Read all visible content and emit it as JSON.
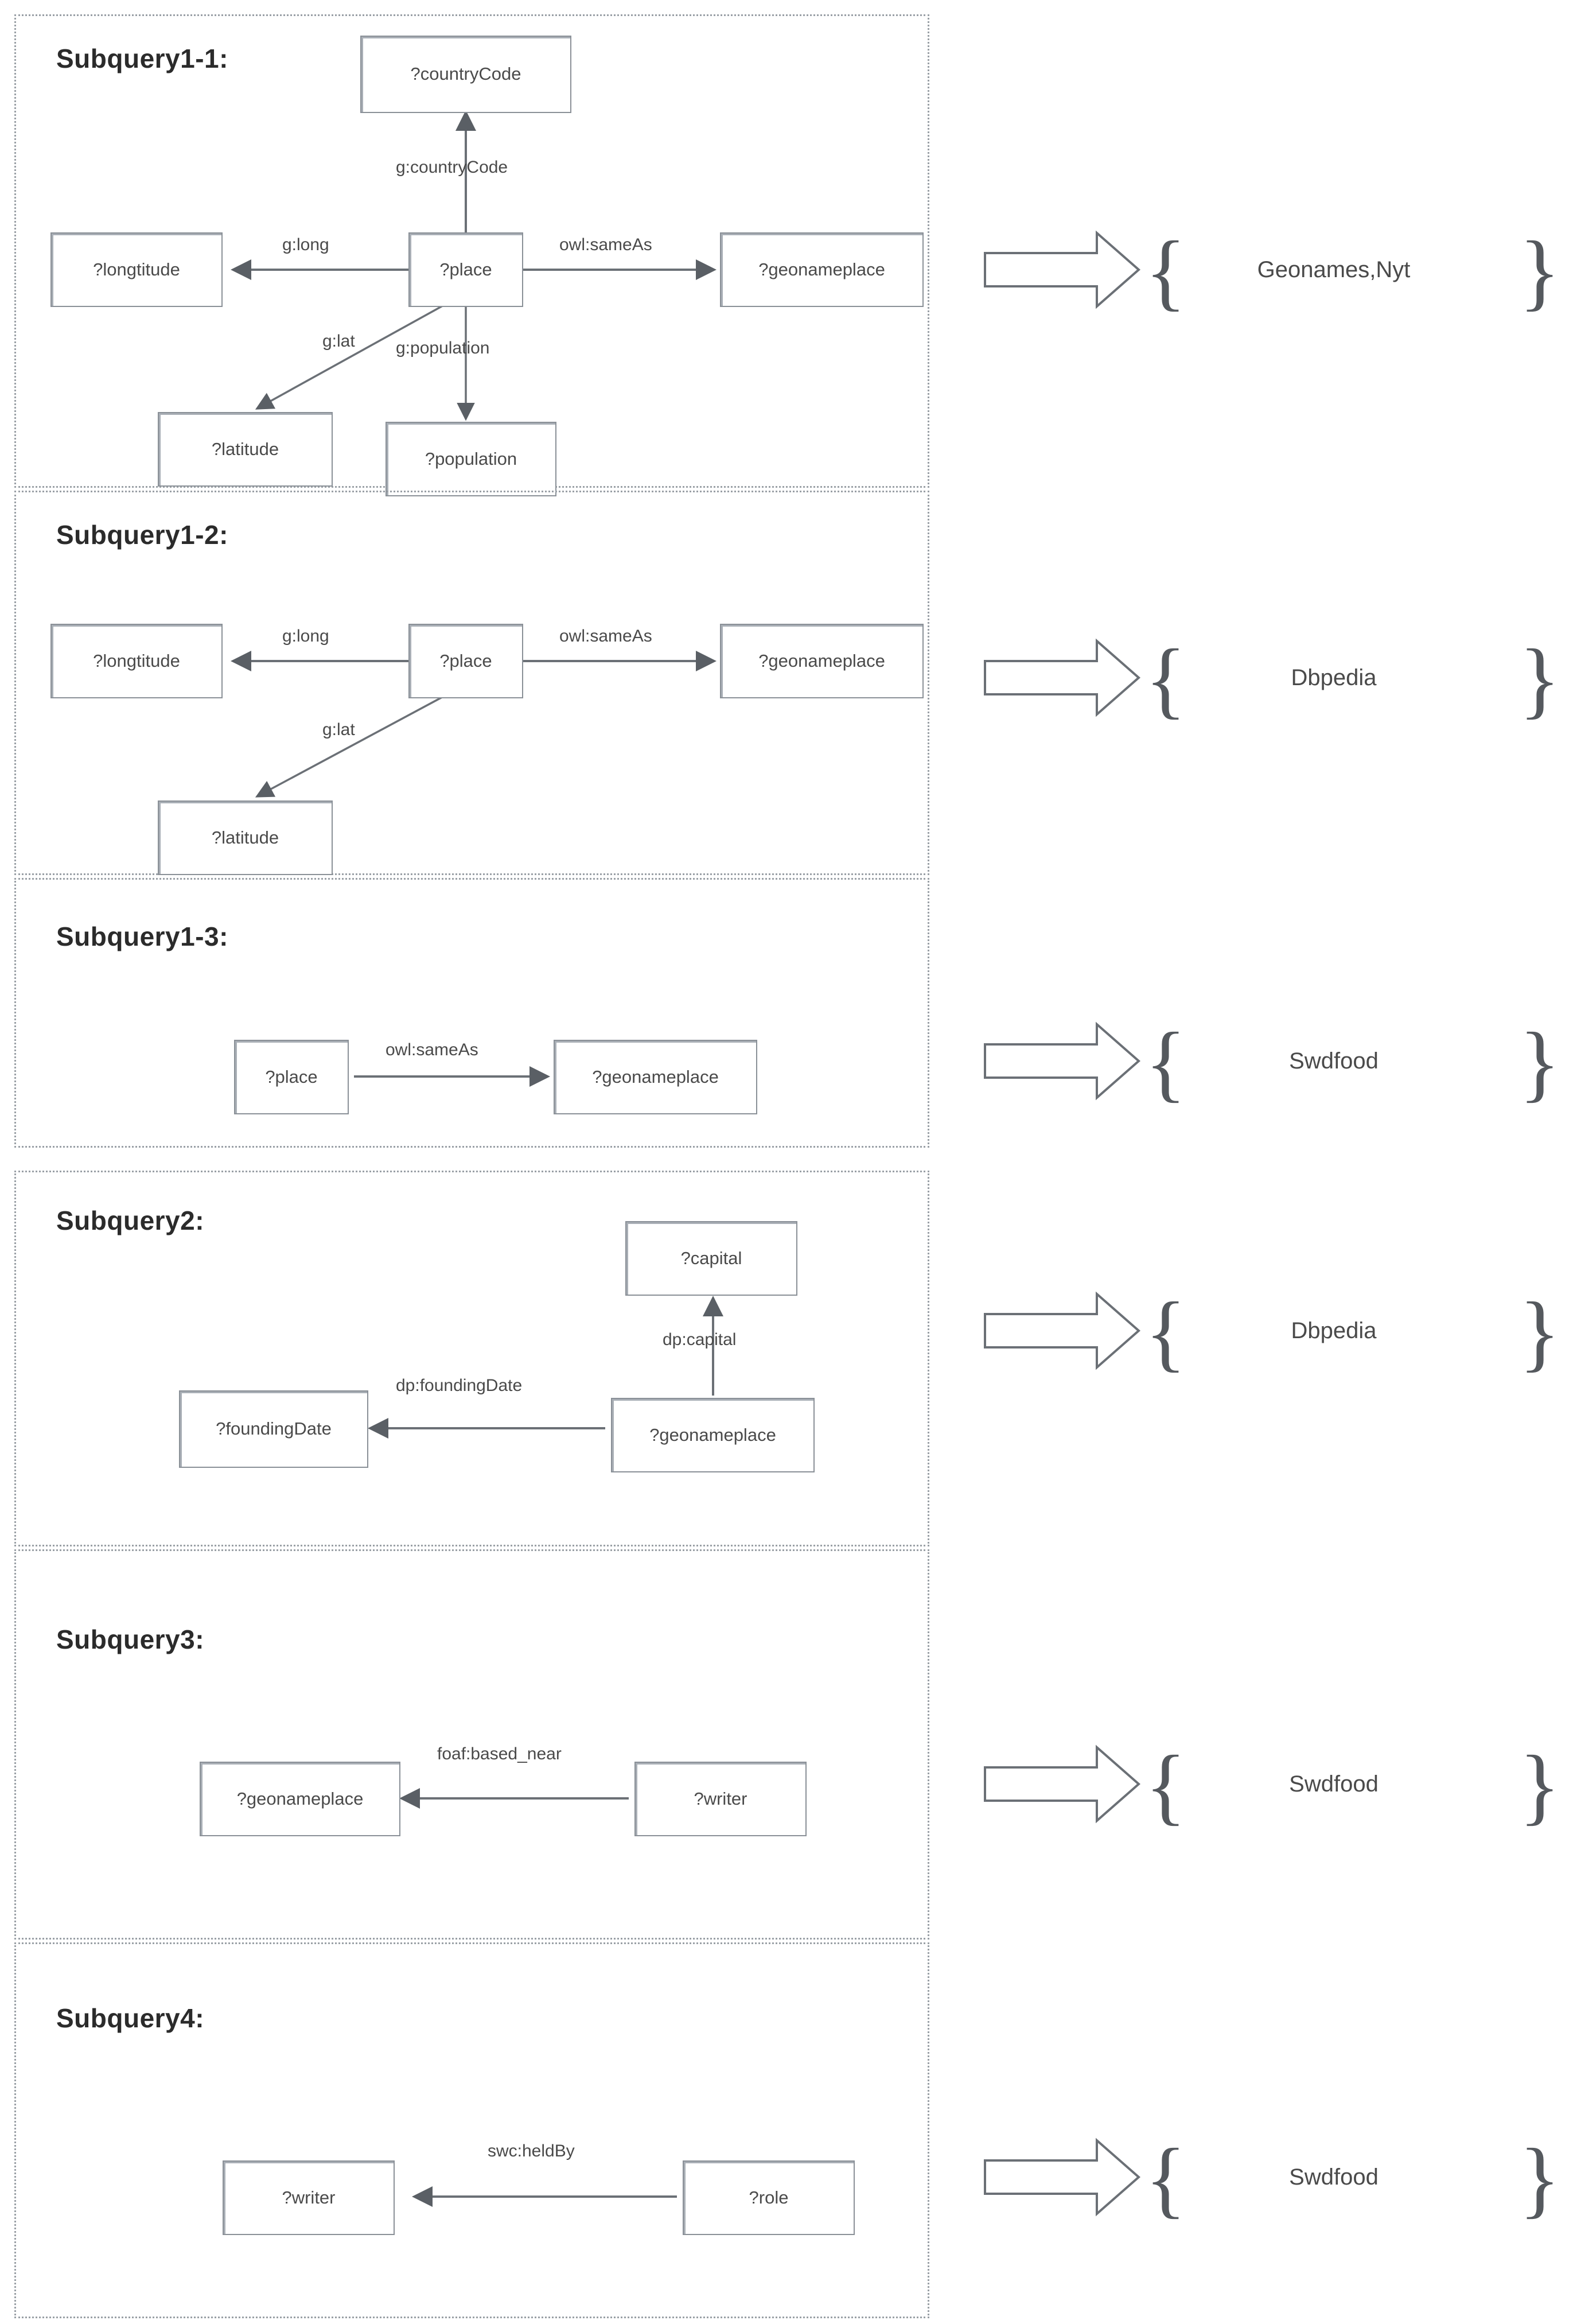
{
  "diagram": {
    "title": "Subquery decomposition with source endpoints",
    "node_border_color": "#8a9097",
    "panel_border_color": "#9aa0a6",
    "text_color": "#4a4a4a"
  },
  "subqueries": [
    {
      "title": "Subquery1-1:",
      "source": "Geonames,Nyt",
      "nodes": [
        {
          "id": "countryCode",
          "label": "?countryCode"
        },
        {
          "id": "longtitude",
          "label": "?longtitude"
        },
        {
          "id": "place",
          "label": "?place"
        },
        {
          "id": "geonameplace",
          "label": "?geonameplace"
        },
        {
          "id": "latitude",
          "label": "?latitude"
        },
        {
          "id": "population",
          "label": "?population"
        }
      ],
      "edges": [
        {
          "from": "place",
          "to": "countryCode",
          "label": "g:countryCode"
        },
        {
          "from": "place",
          "to": "longtitude",
          "label": "g:long"
        },
        {
          "from": "place",
          "to": "geonameplace",
          "label": "owl:sameAs"
        },
        {
          "from": "place",
          "to": "latitude",
          "label": "g:lat"
        },
        {
          "from": "place",
          "to": "population",
          "label": "g:population"
        }
      ]
    },
    {
      "title": "Subquery1-2:",
      "source": "Dbpedia",
      "nodes": [
        {
          "id": "longtitude",
          "label": "?longtitude"
        },
        {
          "id": "place",
          "label": "?place"
        },
        {
          "id": "geonameplace",
          "label": "?geonameplace"
        },
        {
          "id": "latitude",
          "label": "?latitude"
        }
      ],
      "edges": [
        {
          "from": "place",
          "to": "longtitude",
          "label": "g:long"
        },
        {
          "from": "place",
          "to": "geonameplace",
          "label": "owl:sameAs"
        },
        {
          "from": "place",
          "to": "latitude",
          "label": "g:lat"
        }
      ]
    },
    {
      "title": "Subquery1-3:",
      "source": "Swdfood",
      "nodes": [
        {
          "id": "place",
          "label": "?place"
        },
        {
          "id": "geonameplace",
          "label": "?geonameplace"
        }
      ],
      "edges": [
        {
          "from": "place",
          "to": "geonameplace",
          "label": "owl:sameAs"
        }
      ]
    },
    {
      "title": "Subquery2:",
      "source": "Dbpedia",
      "nodes": [
        {
          "id": "capital",
          "label": "?capital"
        },
        {
          "id": "foundingDate",
          "label": "?foundingDate"
        },
        {
          "id": "geonameplace",
          "label": "?geonameplace"
        }
      ],
      "edges": [
        {
          "from": "geonameplace",
          "to": "capital",
          "label": "dp:capital"
        },
        {
          "from": "geonameplace",
          "to": "foundingDate",
          "label": "dp:foundingDate"
        }
      ]
    },
    {
      "title": "Subquery3:",
      "source": "Swdfood",
      "nodes": [
        {
          "id": "geonameplace",
          "label": "?geonameplace"
        },
        {
          "id": "writer",
          "label": "?writer"
        }
      ],
      "edges": [
        {
          "from": "writer",
          "to": "geonameplace",
          "label": "foaf:based_near"
        }
      ]
    },
    {
      "title": "Subquery4:",
      "source": "Swdfood",
      "nodes": [
        {
          "id": "writer",
          "label": "?writer"
        },
        {
          "id": "role",
          "label": "?role"
        }
      ],
      "edges": [
        {
          "from": "role",
          "to": "writer",
          "label": "swc:heldBy"
        }
      ]
    }
  ],
  "brace": {
    "open": "{",
    "close": "}"
  }
}
